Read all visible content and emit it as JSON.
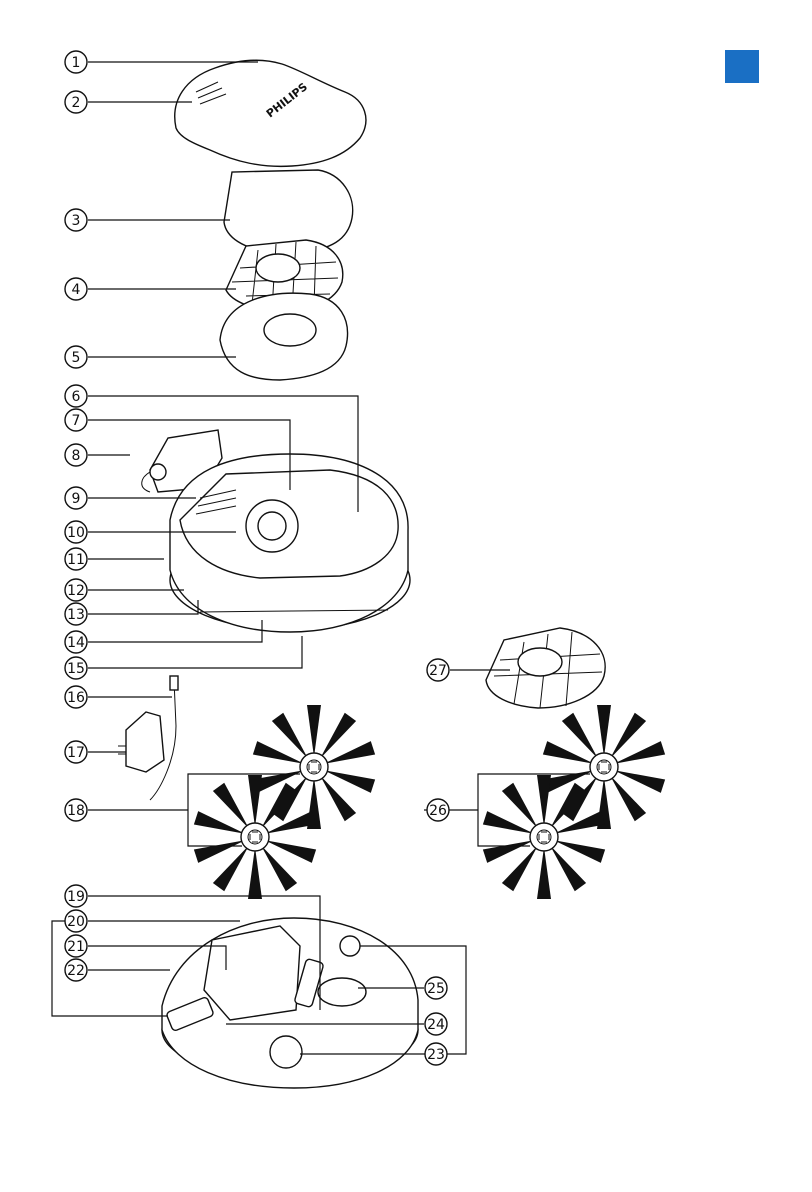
{
  "page": {
    "tab_color": "#1a6fc4",
    "brand": "PHILIPS",
    "callouts": [
      "1",
      "2",
      "3",
      "4",
      "5",
      "6",
      "7",
      "8",
      "9",
      "10",
      "11",
      "12",
      "13",
      "14",
      "15",
      "16",
      "17",
      "18",
      "19",
      "20",
      "21",
      "22",
      "23",
      "24",
      "25",
      "26",
      "27"
    ]
  }
}
